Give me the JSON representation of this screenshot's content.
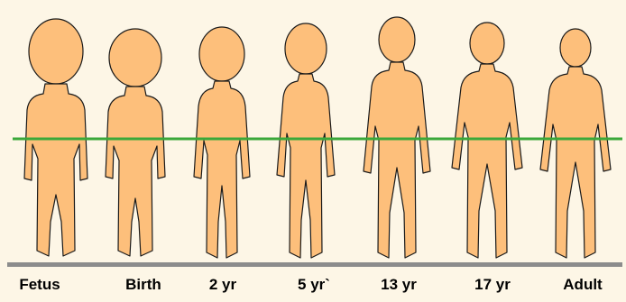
{
  "colors": {
    "background": "#fdf6e6",
    "skin": "#fdbf7b",
    "outline": "#1a1a1a",
    "midline": "#3aa83a",
    "ground": "#8c8c8c"
  },
  "figures": [
    {
      "label": "Fetus"
    },
    {
      "label": "Birth"
    },
    {
      "label": "2 yr"
    },
    {
      "label": "5 yr`"
    },
    {
      "label": "13 yr"
    },
    {
      "label": "17 yr"
    },
    {
      "label": "Adult"
    }
  ]
}
